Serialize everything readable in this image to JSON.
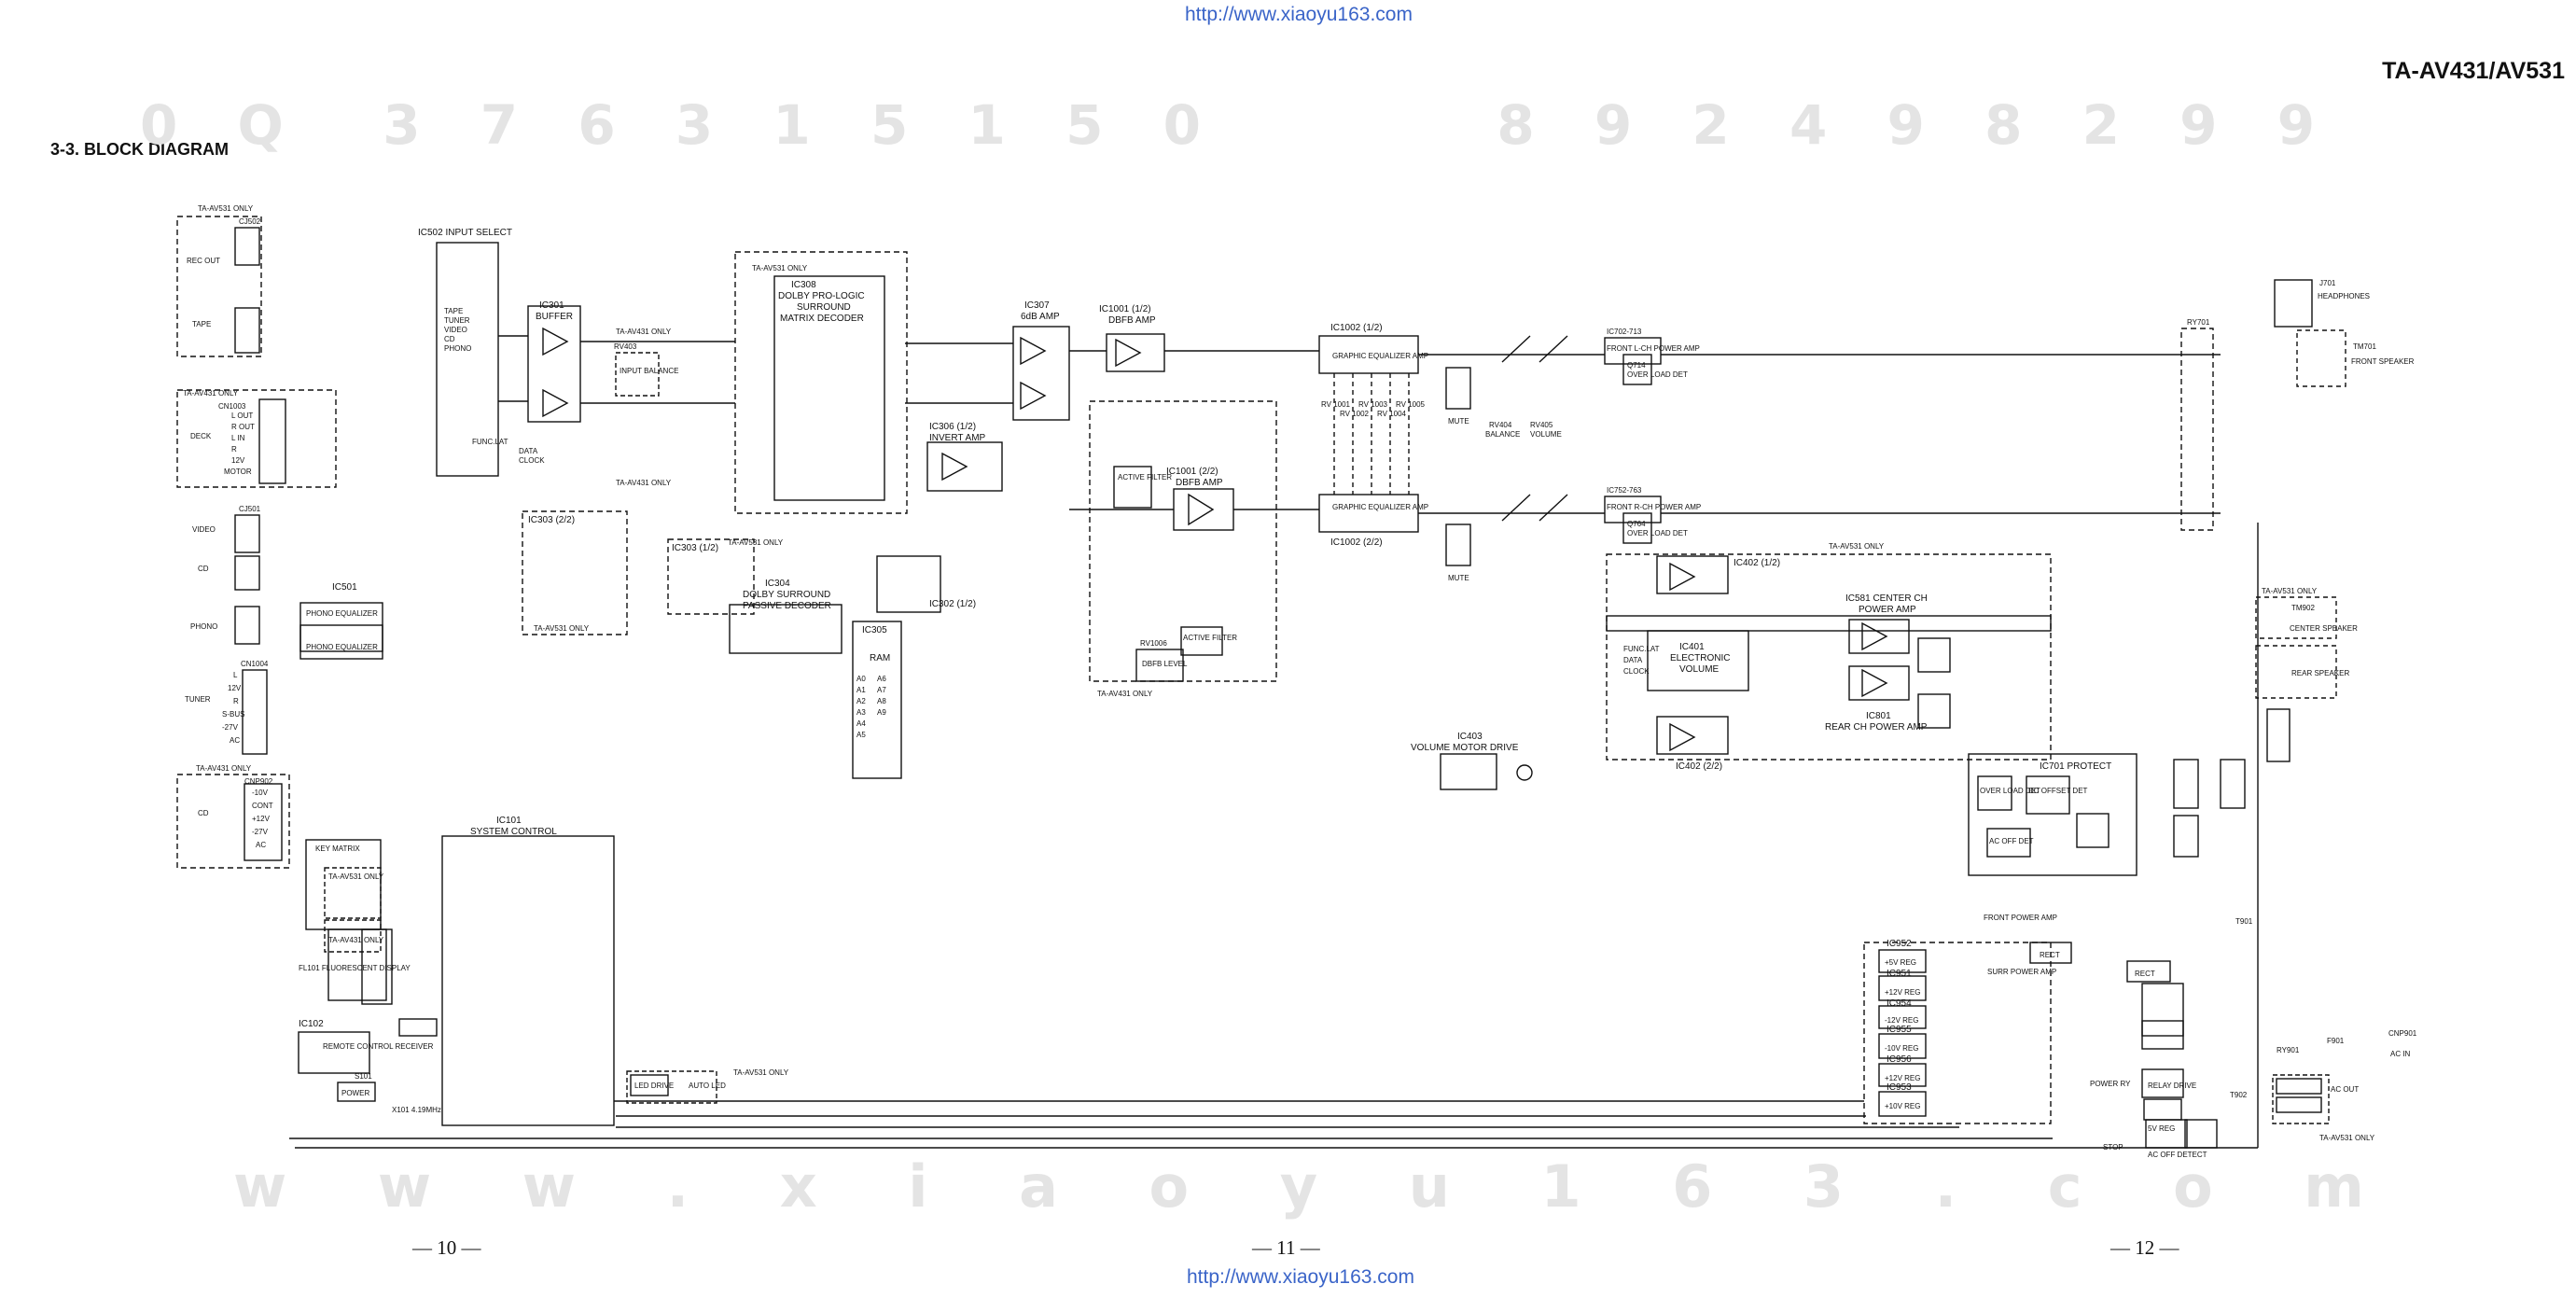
{
  "header": {
    "url_top": "http://www.xiaoyu163.com",
    "url_bottom": "http://www.xiaoyu163.com",
    "model": "TA-AV431/AV531",
    "section": "3-3.   BLOCK DIAGRAM",
    "watermark_top": "0 Q  3 7 6 3 1 5 1 5 0       8 9 2 4 9 8 2 9 9",
    "watermark_bottom": "w w w . x i a o y u 1 6 3 . c o m"
  },
  "pages": {
    "left": "— 10 —",
    "center": "— 11 —",
    "right": "— 12 —"
  },
  "colors": {
    "line": "#111111",
    "watermark": "#e4e4e4",
    "url": "#3a64c8"
  },
  "jacks": {
    "j1": "TA-AV531 ONLY",
    "j1_id": "CJ502",
    "rec_out": "REC OUT",
    "tape": "TAPE",
    "j2": "TA-AV431 ONLY",
    "j2_id": "CN1003",
    "deck": "DECK",
    "deck_pins": [
      "L OUT",
      "R OUT",
      "L IN",
      "R",
      "12V",
      "MOTOR"
    ],
    "video": "VIDEO",
    "video_id": "CJ501",
    "cd": "CD",
    "phono": "PHONO",
    "tuner": "TUNER",
    "tuner_id": "CN1004",
    "tuner_pins": [
      "L",
      "12V",
      "R",
      "S-BUS",
      "-27V",
      "AC"
    ],
    "cd_only": "TA-AV431 ONLY",
    "cd_id": "CNP902",
    "cd_pins": [
      "-10V",
      "CONT",
      "+12V",
      "-27V",
      "AC"
    ]
  },
  "blocks": {
    "ic502": "IC502  INPUT SELECT",
    "ic502_inputs": [
      "TAPE",
      "TUNER",
      "VIDEO",
      "CD",
      "PHONO"
    ],
    "func_lat": "FUNC.LAT",
    "data": "DATA",
    "clock": "CLOCK",
    "ic301": "IC301",
    "buffer": "BUFFER",
    "ic501": "IC501",
    "phono_eq": "PHONO EQUALIZER",
    "av531_only": "TA-AV531 ONLY",
    "av431_only": "TA-AV431 ONLY",
    "input_balance": "INPUT BALANCE",
    "rv403": "RV403",
    "ic303_a": "IC303 (2/2)",
    "ic303_b": "IC303 (1/2)",
    "ic304": "IC304",
    "ic304_t1": "DOLBY SURROUND",
    "ic304_t2": "PASSIVE DECODER",
    "ic305": "IC305",
    "ram": "RAM",
    "ram_pins": [
      "A0",
      "A1",
      "A2",
      "A3",
      "A4",
      "A5",
      "A6",
      "A7",
      "A8",
      "A9"
    ],
    "ic308": "IC308",
    "ic308_t1": "DOLBY PRO-LOGIC",
    "ic308_t2": "SURROUND",
    "ic308_t3": "MATRIX DECODER",
    "ic306": "IC306 (1/2)",
    "invert_amp": "INVERT AMP",
    "ic307": "IC307",
    "amp_6db": "6dB AMP",
    "ic1001a": "IC1001 (1/2)",
    "ic1001b": "IC1001 (2/2)",
    "dbfb_amp": "DBFB AMP",
    "active_filter": "ACTIVE FILTER",
    "dbfb_level": "DBFB LEVEL",
    "rv1006": "RV1006",
    "ic302": "IC302 (1/2)",
    "ic1002a": "IC1002 (1/2)",
    "ic1002b": "IC1002 (2/2)",
    "graphic_eq": "GRAPHIC EQUALIZER AMP",
    "rv_bands": [
      "RV 1001",
      "RV 1002",
      "RV 1003",
      "RV 1004",
      "RV 1005"
    ],
    "mute": "MUTE",
    "balance": "BALANCE",
    "volume": "VOLUME",
    "rv404": "RV404",
    "rv405": "RV405",
    "front_lch": "FRONT L-CH POWER AMP",
    "front_rch": "FRONT R-CH POWER AMP",
    "ic702": "IC702-713",
    "ic752": "IC752-763",
    "over_load": "OVER LOAD DET",
    "q714": "Q714",
    "q764": "Q764",
    "ry701": "RY701",
    "j701": "J701",
    "headphones": "HEADPHONES",
    "tm701": "TM701",
    "front_speaker": "FRONT SPEAKER",
    "ic402a": "IC402 (1/2)",
    "ic402b": "IC402 (2/2)",
    "ic401": "IC401",
    "ic401_t1": "ELECTRONIC",
    "ic401_t2": "VOLUME",
    "ic581": "IC581 CENTER CH",
    "power_amp": "POWER AMP",
    "ic801": "IC801",
    "rear_ch": "REAR CH POWER AMP",
    "tm902": "TM902",
    "center_speaker": "CENTER SPEAKER",
    "rear_speaker": "REAR SPEAKER",
    "ic403": "IC403",
    "motor_drive": "VOLUME MOTOR DRIVE",
    "ic701": "IC701  PROTECT",
    "dc_offset": "DC OFFSET DET",
    "ac_off": "AC OFF DET",
    "ovld": "OVER LOAD DET",
    "ic101": "IC101",
    "system_control": "SYSTEM CONTROL",
    "key_matrix": "KEY MATRIX",
    "fl_display": "FL101 FLUORESCENT DISPLAY",
    "ic102": "IC102",
    "remote": "REMOTE CONTROL RECEIVER",
    "s101": "S101",
    "power": "POWER",
    "x101": "X101 4.19MHz",
    "led_drive": "LED DRIVE",
    "auto_led": "AUTO LED",
    "ic952": "IC952",
    "ic951": "IC951",
    "ic954": "IC954",
    "ic955": "IC955",
    "ic956": "IC956",
    "ic953": "IC953",
    "reg_5v": "+5V REG",
    "reg_12v": "+12V REG",
    "reg_m12v": "-12V REG",
    "reg_m10v": "-10V REG",
    "reg_12b": "+12V REG",
    "reg_10v": "+10V REG",
    "front_pwr": "FRONT POWER AMP",
    "surr_pwr": "SURR POWER AMP",
    "rect": "RECT",
    "relay_drive": "RELAY DRIVE",
    "t901": "T901",
    "t902": "T902",
    "ry901": "RY901",
    "f901": "F901",
    "cnp901": "CNP901",
    "ac_in": "AC IN",
    "ac_out": "AC OUT",
    "power_ry": "POWER RY",
    "stop": "STOP",
    "ac_off_detect": "AC OFF DETECT",
    "reg5": "5V REG"
  }
}
